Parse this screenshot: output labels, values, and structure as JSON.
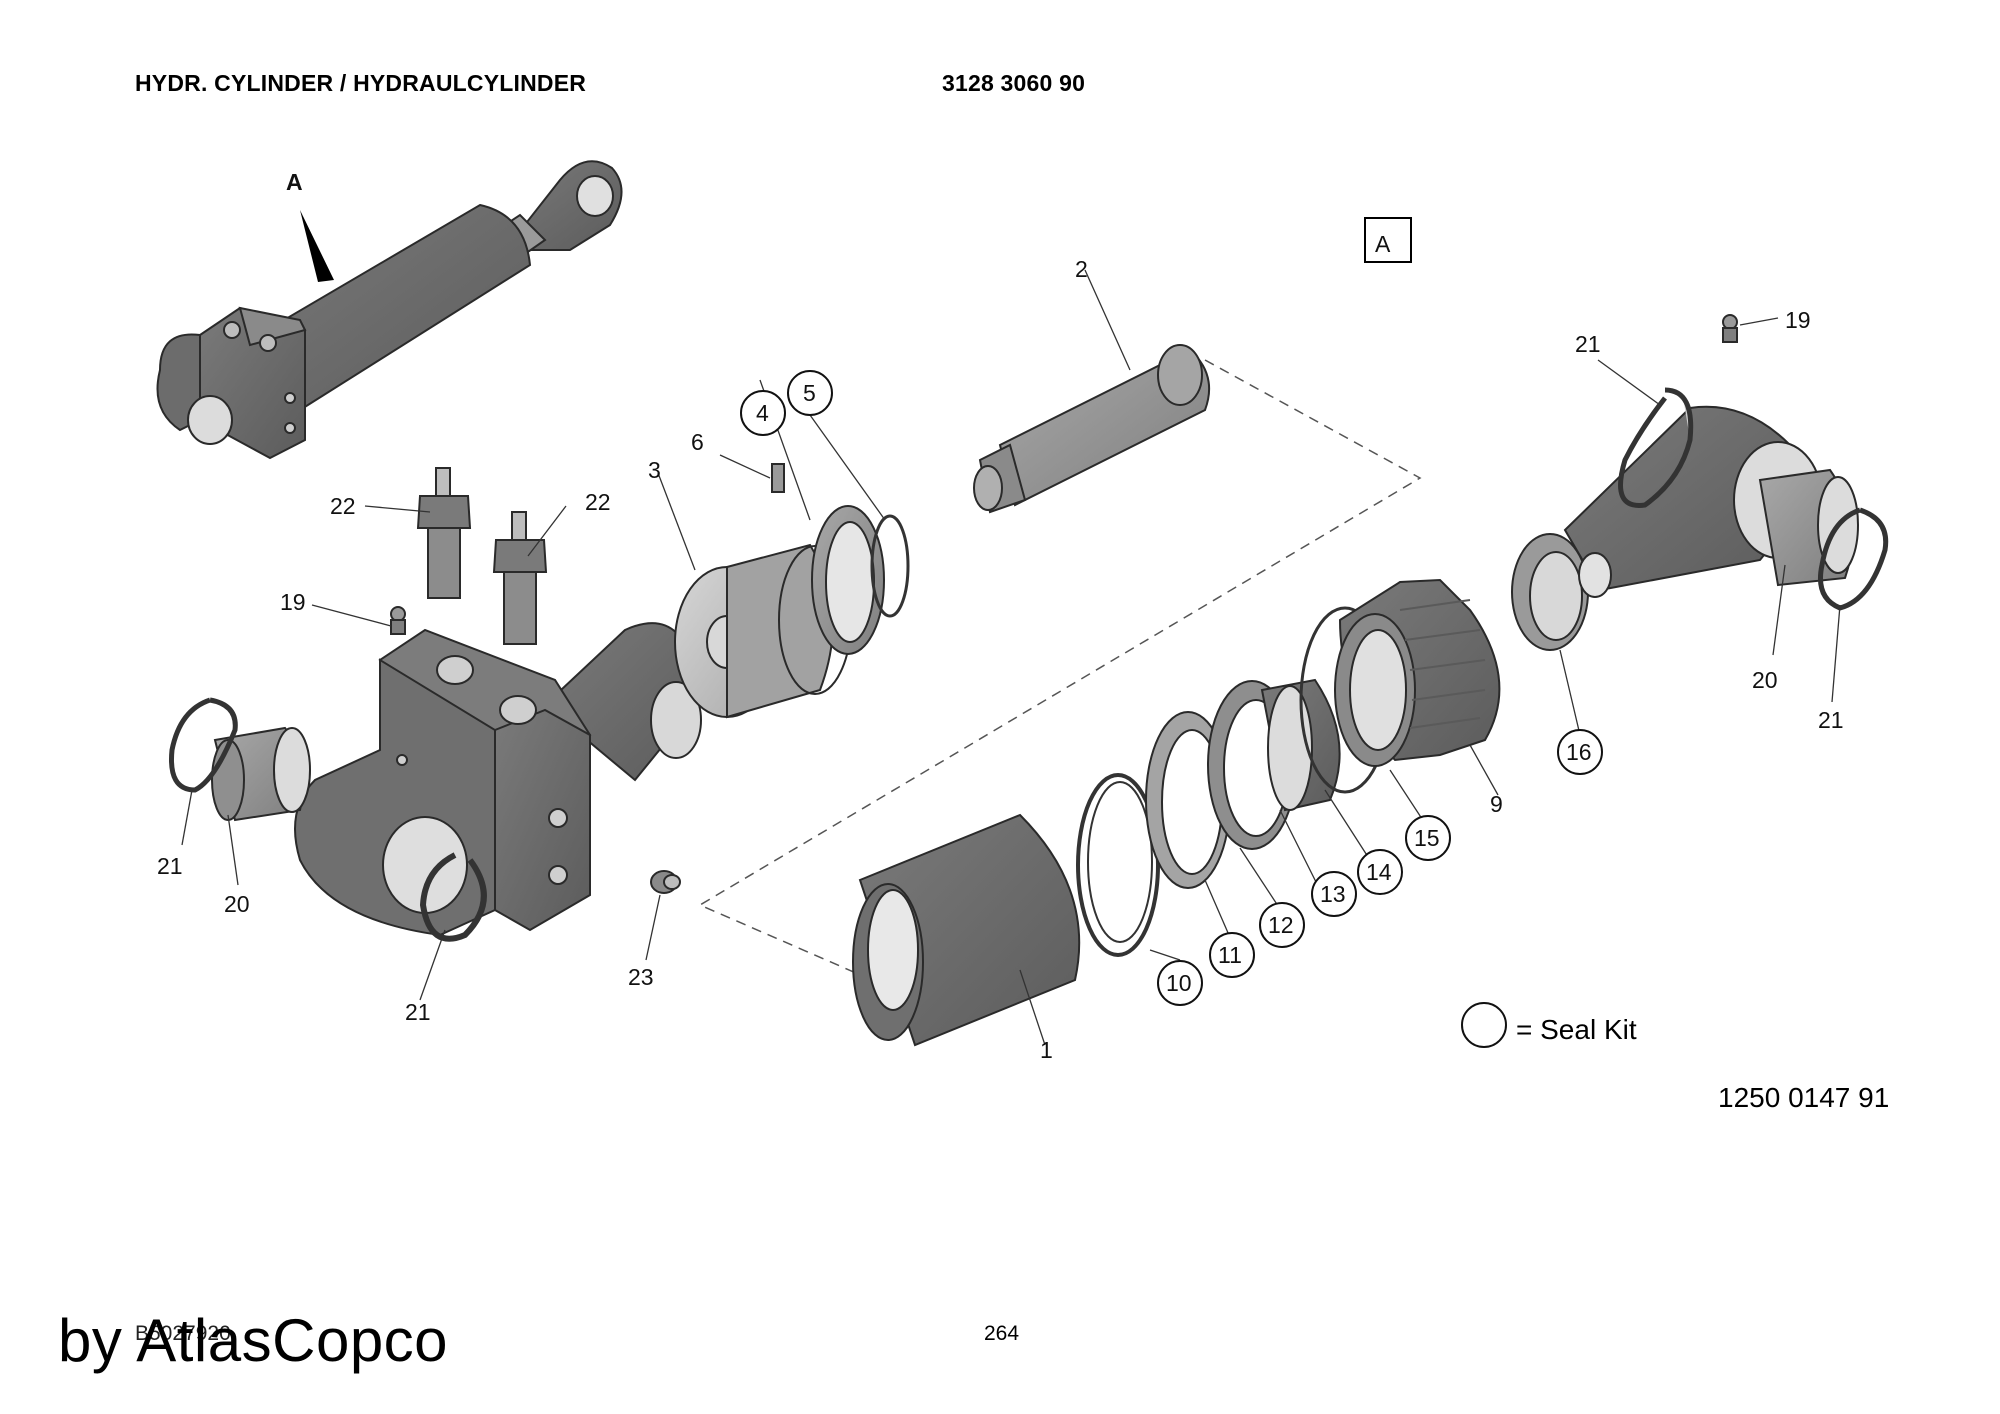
{
  "header": {
    "title": "HYDR. CYLINDER / HYDRAULCYLINDER",
    "part_number": "3128 3060 90"
  },
  "view": {
    "arrow_label": "A",
    "detail_label": "A"
  },
  "callouts": [
    {
      "id": "c1",
      "label": "1",
      "seal": false
    },
    {
      "id": "c2",
      "label": "2",
      "seal": false
    },
    {
      "id": "c3",
      "label": "3",
      "seal": false
    },
    {
      "id": "c4",
      "label": "4",
      "seal": true
    },
    {
      "id": "c5",
      "label": "5",
      "seal": true
    },
    {
      "id": "c6",
      "label": "6",
      "seal": false
    },
    {
      "id": "c9",
      "label": "9",
      "seal": false
    },
    {
      "id": "c10",
      "label": "10",
      "seal": true
    },
    {
      "id": "c11",
      "label": "11",
      "seal": true
    },
    {
      "id": "c12",
      "label": "12",
      "seal": true
    },
    {
      "id": "c13",
      "label": "13",
      "seal": true
    },
    {
      "id": "c14",
      "label": "14",
      "seal": true
    },
    {
      "id": "c15",
      "label": "15",
      "seal": true
    },
    {
      "id": "c16",
      "label": "16",
      "seal": true
    },
    {
      "id": "c19a",
      "label": "19",
      "seal": false
    },
    {
      "id": "c19b",
      "label": "19",
      "seal": false
    },
    {
      "id": "c20a",
      "label": "20",
      "seal": false
    },
    {
      "id": "c20b",
      "label": "20",
      "seal": false
    },
    {
      "id": "c21a",
      "label": "21",
      "seal": false
    },
    {
      "id": "c21b",
      "label": "21",
      "seal": false
    },
    {
      "id": "c21c",
      "label": "21",
      "seal": false
    },
    {
      "id": "c21d",
      "label": "21",
      "seal": false
    },
    {
      "id": "c22a",
      "label": "22",
      "seal": false
    },
    {
      "id": "c22b",
      "label": "22",
      "seal": false
    },
    {
      "id": "c23",
      "label": "23",
      "seal": false
    }
  ],
  "legend": {
    "seal_kit": "= Seal Kit"
  },
  "footer": {
    "drawing_number": "1250 0147 91",
    "page_number": "264",
    "reference_code": "B5027920",
    "watermark": "by AtlasCopco"
  },
  "colors": {
    "part_dark": "#6b6b6b",
    "part_mid": "#8e8e8e",
    "part_light": "#b9b9b9",
    "bore": "#e4e4e4",
    "outline": "#2a2a2a"
  }
}
